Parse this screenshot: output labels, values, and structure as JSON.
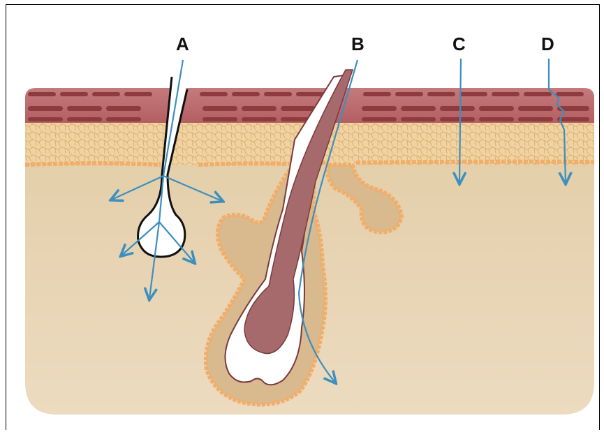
{
  "labels": {
    "a": "A",
    "b": "B",
    "c": "C",
    "d": "D"
  },
  "colors": {
    "skin_base": "#e6d3b4",
    "stratum_red": "#b0585c",
    "stratum_cells": "#9a4244",
    "epidermis_lower": "#efcf9a",
    "basal_orange": "#f0ae6a",
    "follicle_fill": "#d9b98e",
    "hair": "#a66a6c",
    "arrow_blue": "#3d8fbf"
  }
}
